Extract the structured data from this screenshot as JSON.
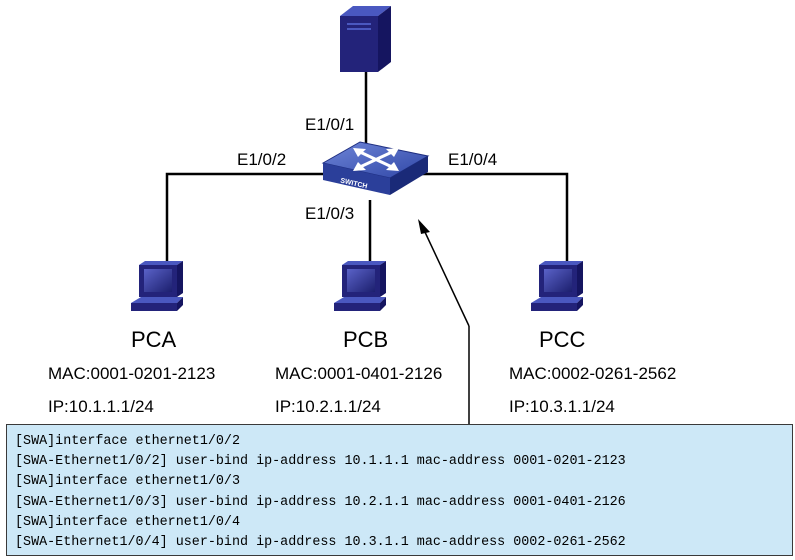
{
  "ports": {
    "p1": "E1/0/1",
    "p2": "E1/0/2",
    "p3": "E1/0/3",
    "p4": "E1/0/4"
  },
  "switch": {
    "label": "SWITCH"
  },
  "hosts": [
    {
      "name": "PCA",
      "mac": "MAC:0001-0201-2123",
      "ip": "IP:10.1.1.1/24"
    },
    {
      "name": "PCB",
      "mac": "MAC:0001-0401-2126",
      "ip": "IP:10.2.1.1/24"
    },
    {
      "name": "PCC",
      "mac": "MAC:0002-0261-2562",
      "ip": "IP:10.3.1.1/24"
    }
  ],
  "config": [
    "[SWA]interface ethernet1/0/2",
    "[SWA-Ethernet1/0/2] user-bind ip-address 10.1.1.1 mac-address 0001-0201-2123",
    "[SWA]interface ethernet1/0/3",
    "[SWA-Ethernet1/0/3] user-bind ip-address 10.2.1.1 mac-address 0001-0401-2126",
    "[SWA]interface ethernet1/0/4",
    "[SWA-Ethernet1/0/4] user-bind ip-address 10.3.1.1 mac-address 0002-0261-2562"
  ],
  "colors": {
    "device_blue": "#23237a",
    "switch_blue": "#3a52b0",
    "callout_bg": "#cde8f7"
  },
  "icons": {
    "top_device": "server-tower-icon",
    "center_device": "switch-icon",
    "hosts": "pc-icon"
  }
}
